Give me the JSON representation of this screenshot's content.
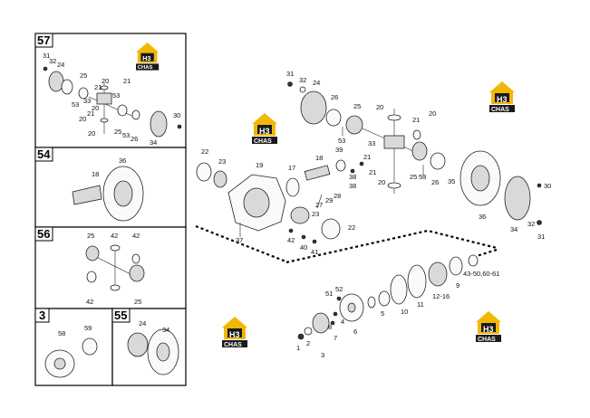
{
  "colors": {
    "logo_yellow": "#f2b705",
    "logo_dark": "#1a1a1a",
    "line": "#222222"
  },
  "logo": {
    "mark": "H3",
    "text": "CHAS"
  },
  "panels": [
    {
      "id": "57",
      "labels": [
        "31",
        "32",
        "24",
        "25",
        "33",
        "20",
        "21",
        "20",
        "21",
        "53",
        "20",
        "21",
        "53",
        "20",
        "25",
        "26",
        "34",
        "30",
        "53"
      ]
    },
    {
      "id": "54",
      "labels": [
        "18",
        "36"
      ]
    },
    {
      "id": "56",
      "labels": [
        "25",
        "42",
        "42",
        "42",
        "25"
      ]
    },
    {
      "id": "3",
      "labels": [
        "58",
        "59"
      ]
    },
    {
      "id": "55",
      "labels": [
        "24",
        "34"
      ]
    }
  ],
  "main_labels": {
    "upper": [
      "31",
      "32",
      "24",
      "26",
      "25",
      "20",
      "21",
      "20",
      "53",
      "33",
      "21",
      "53",
      "25",
      "26",
      "35",
      "30",
      "32",
      "31",
      "34",
      "36",
      "20"
    ],
    "housing": [
      "22",
      "23",
      "19",
      "17",
      "18",
      "39",
      "38",
      "38",
      "21",
      "27",
      "28",
      "29",
      "37",
      "23",
      "22",
      "42",
      "40",
      "41"
    ],
    "lower": [
      "51",
      "52",
      "1",
      "2",
      "3",
      "4",
      "5",
      "6",
      "7",
      "8",
      "10",
      "11",
      "12-16",
      "9",
      "43-50,60-61"
    ]
  }
}
